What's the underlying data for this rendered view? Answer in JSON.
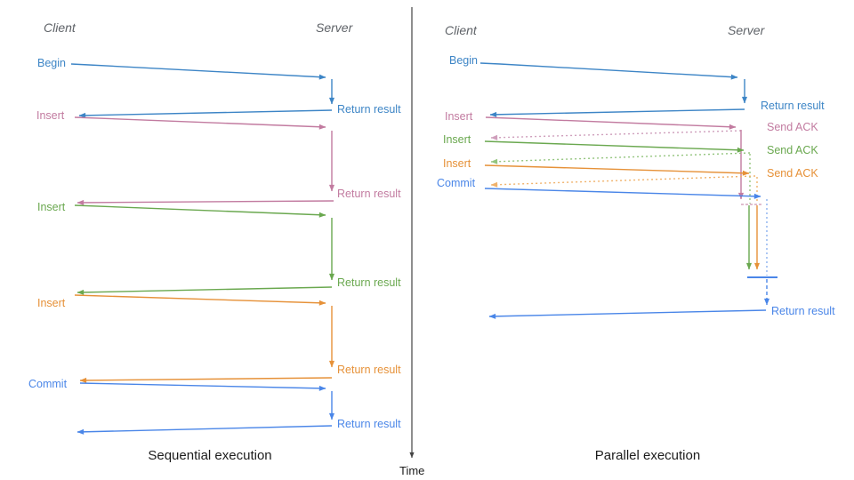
{
  "diagram": {
    "time_axis_label": "Time",
    "colors": {
      "begin_blue": "#3d85c6",
      "insert_pink": "#c27ba0",
      "insert_green": "#6aa84f",
      "insert_orange": "#e69138",
      "commit_blue": "#4a86e8",
      "axis_gray": "#444444",
      "header_gray": "#5f6368"
    },
    "left": {
      "title": "Sequential execution",
      "client_header": "Client",
      "server_header": "Server",
      "calls": [
        {
          "request": "Begin",
          "response": "Return result"
        },
        {
          "request": "Insert",
          "response": "Return result"
        },
        {
          "request": "Insert",
          "response": "Return result"
        },
        {
          "request": "Insert",
          "response": "Return result"
        },
        {
          "request": "Commit",
          "response": "Return result"
        }
      ]
    },
    "right": {
      "title": "Parallel execution",
      "client_header": "Client",
      "server_header": "Server",
      "calls": [
        {
          "request": "Begin",
          "response": "Return result"
        },
        {
          "request": "Insert",
          "response": "Send ACK"
        },
        {
          "request": "Insert",
          "response": "Send ACK"
        },
        {
          "request": "Insert",
          "response": "Send ACK"
        },
        {
          "request": "Commit",
          "response": "Return result"
        }
      ]
    }
  }
}
